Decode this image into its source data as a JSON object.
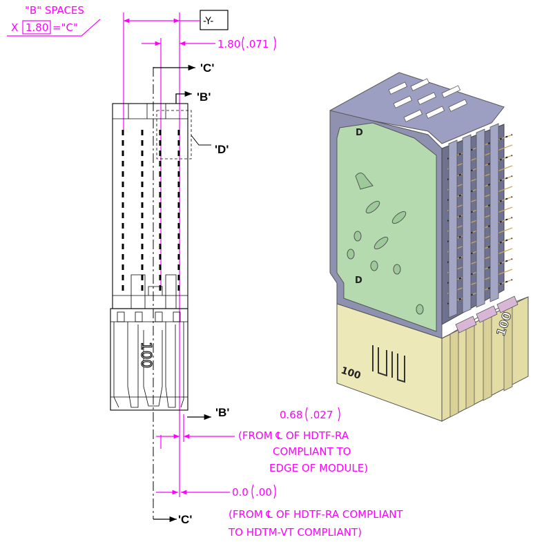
{
  "drawing": {
    "y_datum": "-Y-",
    "b_spaces": {
      "line1": "\"B\" SPACES",
      "prefix": "X",
      "boxed_value": "1.80",
      "suffix": "=\"C\""
    },
    "dim_pitch": {
      "mm": "1.80",
      "inch": ".071"
    },
    "dim_edge": {
      "mm": "0.68",
      "inch": ".027",
      "note_lines": [
        "(FROM ℄ OF HDTF-RA",
        "COMPLIANT TO",
        "EDGE OF MODULE)"
      ]
    },
    "dim_zero": {
      "mm": "0.0",
      "inch": ".00",
      "note_lines": [
        "(FROM ℄  OF HDTF-RA COMPLIANT",
        "TO HDTM-VT COMPLIANT)"
      ]
    },
    "section_labels": {
      "c_top": "'C'",
      "b_top": "'B'",
      "d": "'D'",
      "b_bottom": "'B'",
      "c_bottom": "'C'"
    },
    "part_markings": {
      "side_view": "100",
      "iso_face": "100",
      "iso_end": "100",
      "iso_d_upper": "D",
      "iso_d_lower": "D"
    },
    "colors": {
      "dimension": "#ff00ff",
      "outline": "#000000",
      "iso_housing": "#8d8fae",
      "iso_plate": "#b5dab0",
      "iso_base": "#ede8b8"
    }
  }
}
